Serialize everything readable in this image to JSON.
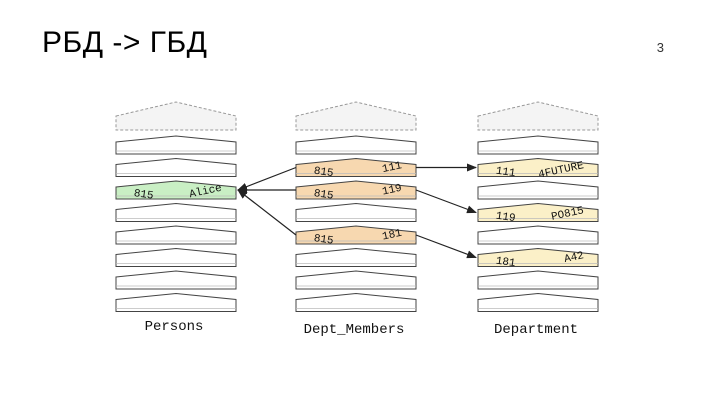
{
  "slide": {
    "title": "РБД -> ГБД",
    "number": "3"
  },
  "colors": {
    "row_plain": "#ffffff",
    "row_edge": "#444444",
    "top_fill": "#f4f4f4",
    "highlight_green": "#c9efc4",
    "highlight_orange": "#f7d8b0",
    "highlight_yellow": "#fbf0c8",
    "arrow": "#222222"
  },
  "tables": [
    {
      "key": "persons",
      "label": "Persons",
      "rows": [
        {
          "left": "",
          "right": ""
        },
        {
          "left": "",
          "right": ""
        },
        {
          "left": "815",
          "right": "Alice",
          "color": "highlight_green"
        },
        {
          "left": "",
          "right": ""
        },
        {
          "left": "",
          "right": ""
        },
        {
          "left": "",
          "right": ""
        },
        {
          "left": "",
          "right": ""
        },
        {
          "left": "",
          "right": ""
        }
      ]
    },
    {
      "key": "dept_members",
      "label": "Dept_Members",
      "rows": [
        {
          "left": "",
          "right": ""
        },
        {
          "left": "815",
          "right": "111",
          "color": "highlight_orange"
        },
        {
          "left": "815",
          "right": "119",
          "color": "highlight_orange"
        },
        {
          "left": "",
          "right": ""
        },
        {
          "left": "815",
          "right": "181",
          "color": "highlight_orange"
        },
        {
          "left": "",
          "right": ""
        },
        {
          "left": "",
          "right": ""
        },
        {
          "left": "",
          "right": ""
        }
      ]
    },
    {
      "key": "department",
      "label": "Department",
      "rows": [
        {
          "left": "",
          "right": ""
        },
        {
          "left": "111",
          "right": "4FUTURE",
          "color": "highlight_yellow"
        },
        {
          "left": "",
          "right": ""
        },
        {
          "left": "119",
          "right": "PO815",
          "color": "highlight_yellow"
        },
        {
          "left": "",
          "right": ""
        },
        {
          "left": "181",
          "right": "A42",
          "color": "highlight_yellow"
        },
        {
          "left": "",
          "right": ""
        },
        {
          "left": "",
          "right": ""
        }
      ]
    }
  ],
  "links": [
    {
      "from": "dept_members",
      "from_row": 1,
      "to": "persons",
      "to_row": 2
    },
    {
      "from": "dept_members",
      "from_row": 2,
      "to": "persons",
      "to_row": 2
    },
    {
      "from": "dept_members",
      "from_row": 4,
      "to": "persons",
      "to_row": 2
    },
    {
      "from": "dept_members",
      "from_row": 1,
      "to": "department",
      "to_row": 1
    },
    {
      "from": "dept_members",
      "from_row": 2,
      "to": "department",
      "to_row": 3
    },
    {
      "from": "dept_members",
      "from_row": 4,
      "to": "department",
      "to_row": 5
    }
  ]
}
